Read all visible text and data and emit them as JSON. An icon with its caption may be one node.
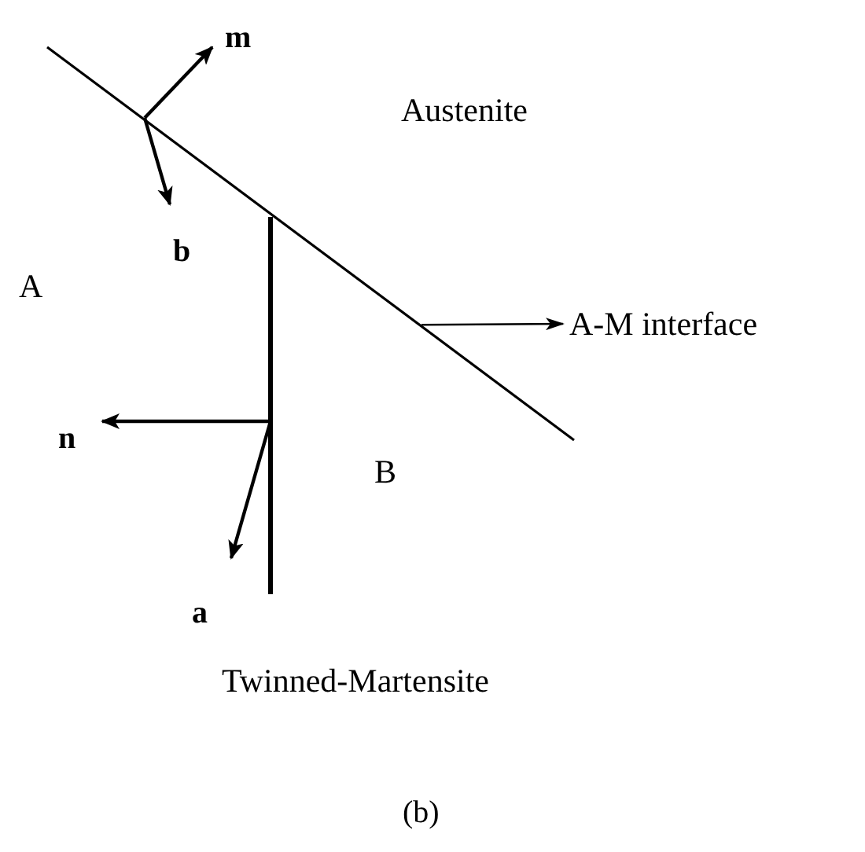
{
  "diagram": {
    "caption": "(b)",
    "nodes": [
      {
        "text": [],
        "shape": "line"
      },
      {
        "text": [
          "A-M interface"
        ]
      }
    ],
    "edges": [
      {
        "from": 0,
        "to": 1,
        "arrow": "to"
      }
    ],
    "labels": [
      "m",
      "Austenite",
      "b",
      "A",
      "n",
      "B",
      "a",
      "Twinned-Martensite"
    ]
  }
}
